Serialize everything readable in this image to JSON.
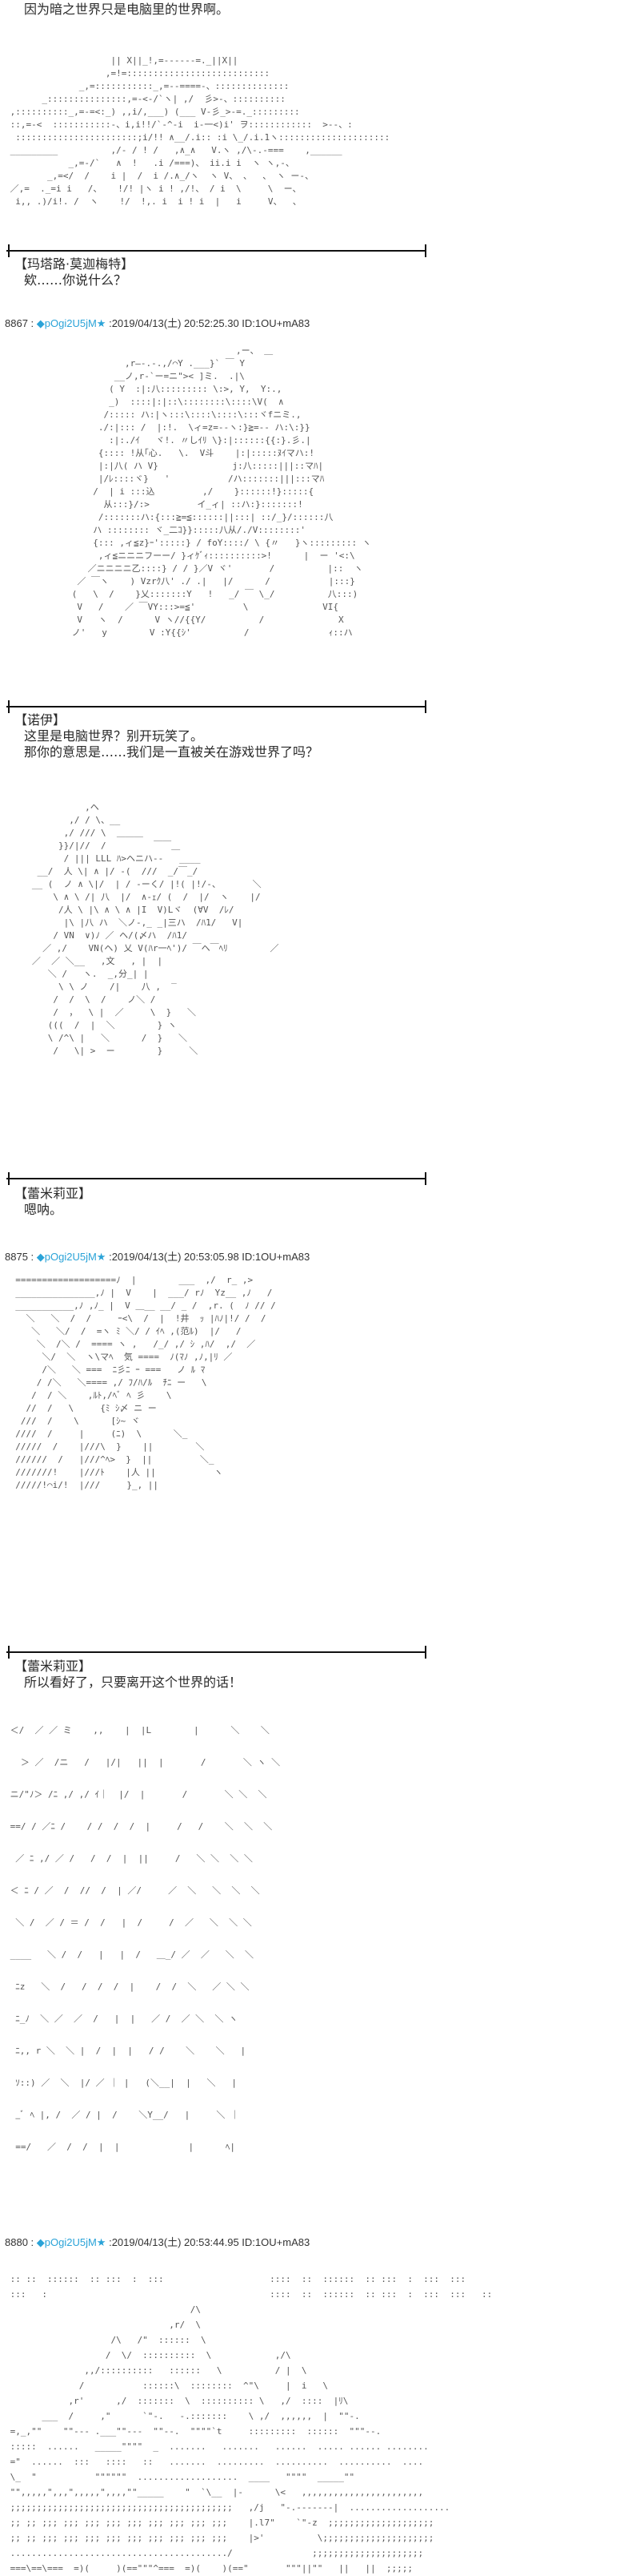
{
  "intro": {
    "line": "因为暗之世界只是电脑里的世界啊。"
  },
  "posts": [
    {
      "number": "8867",
      "trip": "◆pOgi2U5jM",
      "star": "★",
      "date": ":2019/04/13(土) 20:52:25.30 ID:1OU+mA83"
    },
    {
      "number": "8875",
      "trip": "◆pOgi2U5jM",
      "star": "★",
      "date": ":2019/04/13(土) 20:53:05.98 ID:1OU+mA83"
    },
    {
      "number": "8880",
      "trip": "◆pOgi2U5jM",
      "star": "★",
      "date": ":2019/04/13(土) 20:53:44.95 ID:1OU+mA83"
    }
  ],
  "separator": " : ",
  "dialogues": [
    {
      "speaker": "【玛塔路·莫迦梅特】",
      "lines": [
        "欸……你说什么？"
      ]
    },
    {
      "speaker": "【诺伊】",
      "lines": [
        "这里是电脑世界？别开玩笑了。",
        "那你的意思是……我们是一直被关在游戏世界了吗？"
      ]
    },
    {
      "speaker": "【蕾米莉亚】",
      "lines": [
        "嗯呐。"
      ]
    },
    {
      "speaker": "【蕾米莉亚】",
      "lines": [
        "所以看好了，只要离开这个世界的话！"
      ]
    }
  ],
  "art": {
    "a1": [
      "                    || X||_!,=------=._||X||",
      "                   ,=!=:::::::::::::::::::::::::::",
      "              _,=:::::::::::_,=--====-、::::::::::::::",
      "       _:::::::::::::::,=-<-/`ヽ| ,/  彡>-、::::::::::",
      " ,::::::::::_,=-=<:_) ,,i/,___) (___ V-彡_>-=._:::::::::",
      " ::,=-<  :::::::::::-、i,i!!/`-^-i  i-一<)i' ヲ::::::::::::  >--、:",
      "  :::::::::::::::::::::::;i/!! ∧__/.i:: :i \\_/.i.1ヽ:::::::::::::::::::::",
      " _________          ,/- / ! /   ,∧_∧   V.ヽ ,/\\-.-===    ,______",
      "            _,=-/`   ∧  !   .i /===)、 ii.i i  ヽ ヽ,-、",
      "        _,=</  /    i |  /  i /.∧_/ヽ  ヽ V、 、  、 ヽ ー-、",
      " ／,=  ._=i i   /、   !/! |ヽ i ! ,/!、 / i  \\     \\  ー、",
      "  i,, .)/i!. /  ヽ    !/  !,. i  i ! i  |   i     V、  、"
    ],
    "a2": [
      "                                     ,ー、 ＿",
      "                ,r―-.-.,/⌒Y .___}` ￣ Y",
      "              __ノ,r-`ー=ニ\">< ]ミ.  .|\\",
      "             ( Y  :|:八::::::::: \\:>, Y,  Y:.,",
      "             _)  ::::|:|::\\::::::::\\::::\\V(  ∧",
      "            /::::: ハ:|ヽ:::\\::::\\::::\\:::ヾfニミ.,",
      "           ./:|::: /  |:!.  \\ィ=z=--ヽ:}≧=-- ハ:\\:}}",
      "             :|:./ｲ   ヾ!. 〃しｲﾘ \\}:|::::::{{:}.彡.|",
      "           {:::: !从｢心.   \\.  V斗    |:|:::::ﾇｲマハ:!",
      "           |:|八( ハ V}              j:八:::::|||::マﾊ|",
      "           |/ﾚ::::ヾ}   '           /ハ:::::::|||:::マﾊ",
      "          /  | i :::込         ,/    }::::::!}:::::{",
      "            从:::}/:>         イ_ィ| ::ハ:}:::::::!",
      "           /:::::::ハ:{:::≧=≦::::::||:::| ::/_}/::::::八",
      "          ハ :::::::: ヾ_二ｺ}}:::::八从/./V::::::::'",
      "          {::: ,ィ≦z}ｰ':::::} / foY::::/ \\ {〃   }ヽ::::::::: ヽ",
      "           ,ィ≦ニニニフーー/ }ィｹﾞｨ::::::::::>!      |  ー '<:\\",
      "         ／ニニニニ乙::::} / / }／V ヾ'       /          |::  ヽ",
      "       ／ ￣ヽ    ) Vzrｸ八' ./ .|   |/      /           |:::}",
      "      (   \\  /    }乂:::::::Y   !   _/ ￣ \\_/          八:::)",
      "       V   /    ／ ￣VY:::>=≦'         \\              VI{",
      "       V   ヽ  /      V ヽ//{{Y/          /              X",
      "      ノ'   y        V :Y{{ｼ'          /               ｨ::ハ"
    ],
    "a3": [
      "             ,ヘ",
      "          ,/ / \\、__",
      "         ,/ /// \\  ＿＿＿",
      "        }}/|//  /         ￣￣＿",
      "         / ||| LLL ﾊ>ヘニハ--   ____",
      "    __/  人 \\| ∧ |/ -(  ///  _/￣_/",
      "   __ (  ノ ∧ \\|/  | / -ーく/ |!( |!/-、      ＼",
      "       \\ ∧ \\ /| 八  |/  ∧-ｪ/ (  /  |/  ヽ    |/",
      "        /人 \\ |\\ ∧ \\ ∧ |I  V)Lヾ  (∀V  /ﾚ/",
      "         |\\ |八 ハ  ＼ノ-,_ _|三ハ  /ﾊ1/   V|",
      "       / VN  ∨)ﾉ ／ ヘ/(〆ハ  /ﾊ1/",
      "     ／ ,/    VN(ヘ) 乂 V(ﾊr一ﾍ')/ ￣ヘ￣ﾍﾘ        ／",
      "   ／  ／ ＼__   ,文   , |  |",
      "      ＼ /   ヽ.  _,分_| |",
      "        \\ \\ ノ    /|    八 ,  ‾",
      "       /  /  \\  /    ノ＼ /",
      "       /  ，  \\ |  ／     \\  }   ＼",
      "      (((  /  |  ＼        } ヽ",
      "      \\ /^\\ |   ＼      /  }   ＼",
      "       /   \\| >  ー        }     ＼"
    ],
    "a4": [
      "  ===================ﾉ  |        ___  ,/  r_ ,>",
      "  _______________,ﾉ |  V    |  ___/ rﾉ  Yz__ ,ﾉ   /",
      "  ___________,ﾉ ,ﾉ_ |  V ＿__ __/ _ /  ,r. (  ﾉ // /",
      "    ＼   ＼  /  /     ｰ<\\  /  |  !井  ｯ |ﾊﾉ|!/ /  /",
      "     ＼   ＼/  /  =ヽ ﾐ ＼/ / ｲﾍ ,(范ﾙ)  |/   /",
      "      ＼  /＼ /  ==== ヽ ,   /_/ ,/ ｼ ,ﾊ/  ,/  ／",
      "       ＼/  ＼  ヽ\\マﾍ  気 ====  ﾉ(ﾏﾉ ,ﾉ,|ﾘ ／",
      "       /＼   ＼ ===  ﾆ彡ﾆ ｰ ===   ノ ﾙ ﾏ",
      "      / /＼   ＼==== ,/ ﾌ/ﾊ/ﾙ  ﾁﾆ ー   \\",
      "     /  / ＼    ,ﾙﾄ,/ﾍﾞ ﾍ 彡    \\",
      "    //  /   \\     {ﾐ ｼ〆 ニ ー",
      "   ///  /    \\      [ｼ~ ヾ    ",
      "  ////  /     |     (ﾆ)  \\      ＼_",
      "  /////  /    |///\\  }    ||        ＼",
      "  //////  /   |///^ﾍ>  }  ||         ＼_",
      "  ///////!    |///ﾄ    |人 ||           ヽ",
      "  /////!⌒i/!  |///     }_, ||"
    ],
    "a5": [
      " ＜/  ／ ／ ミ    ,,    |  |L        |      ＼    ＼",
      "   ＞ ／  /ニ   /   |/|   ||  |       /       ＼ ヽ ＼",
      " ニ/\"ﾉ＞ /ﾆ ,/ ,/ ｲ｜  |/  |       /       ＼ ＼  ＼",
      " ==/ / ／ﾆ /    / /  /  /  |     /   /    ＼  ＼  ＼",
      "  ／ ﾆ ,/ ／ /   /  /  |  ||     /   ＼ ＼  ＼ ＼",
      " ＜ ﾆ / ／  /  //  /  | ／/     ／  ＼   ＼  ＼  ＼",
      "  ＼ /  ／ / ＝ /  /   |  /     /  ／   ＼  ＼ ＼",
      " ____   ＼ /  /   |   |  /   ＿_/ ／  ／   ＼  ＼",
      "  ﾆz   ＼  /   /  /  /  |    /  /  ＼   ／ ＼ ＼",
      "  ﾆ_ﾉ  ＼ ／  ／  /   |  |   ／ /  ／ ＼  ＼ ヽ",
      "  ﾆ,, r ＼  ＼ |  /  |  |   / /    ＼    ＼   |",
      "  ｿ::) ／  ＼  |/ ／ ｜ |   (＼__|  |   ＼   |",
      "  _ﾞ ﾍ |, /  ／ / |  /    ＼Y__/   |     ＼ ｜",
      "  ==/   ／  /  /  |  |             |      ﾍ|"
    ],
    "a6": [
      " :: ::  ::::::  :: :::  :  :::                    ::::  ::  ::::::  :: :::  :  :::  :::",
      " :::   :                                          ::::  ::  ::::::  :: :::  :  :::  :::   ::",
      "                                   /\\",
      "                               ,r/  \\",
      "                    /\\   /\"  ::::::  \\",
      "                   /  \\/  ::::::::::  \\            ,/\\",
      "               ,,/::::::::::   ::::::   \\          / |  \\",
      "              /           ::::::\\  ::::::::  ^\"\\     |  i   \\",
      "            ,r'      ,/  :::::::  \\  :::::::::: \\   ,/  ::::  |ﾘ\\",
      "       ___  /     ,\"      `\"-.   -.:::::::    \\ ,/  ,,,,,,  |  \"\"-.",
      " =,_,\"\"    \"\"--- .___\"\"---  \"\"--.  \"\"\"\"`t     :::::::::  ::::::  \"\"\"--.",
      " :::::  ......   _____\"\"\"\"  _  .......   .......   ......  ..... ...... ........",
      " =\"  ......  :::   ::::   ::   .......  .........  ..........  ..........  ....",
      " \\_  \"           \"\"\"\"\"\"  ...................  ____   \"\"\"\"  _____\"\"",
      " \"\",,,,,\",,,\",,,,,\",,,,\"\"_____    \"  `\\__  |-      \\<   ,,,,,,,,,,,,,,,,,,,,,,,",
      " ;;;;;;;;;;;;;;;;;;;;;;;;;;;;;;;;;;;;;;;;;;   ,/j   \"-.-------|  ...................",
      " ;; ;; ;;; ;;; ;;; ;;; ;;; ;;; ;;; ;;; ;;;    |.l7\"    `\"-z  ;;;;;;;;;;;;;;;;;;;;",
      " ;; ;; ;;; ;;; ;;; ;;; ;;; ;;; ;;; ;;; ;;;    |>'          \\;;;;;;;;;;;;;;;;;;;;;",
      " ........................................./               ;;;;;;;;;;;;;;;;;;;;;",
      " ===\\==\\===  =)(     )(==\"\"\"^===  =)(    )(==\"       \"\"\"||\"\"   ||   ||  ;;;;;"
    ]
  }
}
